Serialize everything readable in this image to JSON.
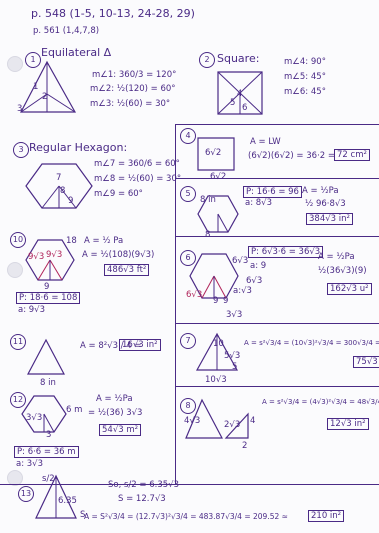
{
  "header": {
    "line1": "p. 548 (1-5, 10-13, 24-28, 29)",
    "line2": "p. 561 (1,4,7,8)"
  },
  "problems": {
    "p1": {
      "num": "1",
      "title": "Equilateral Δ",
      "labels": [
        "1",
        "2",
        "3"
      ],
      "lines": [
        "m∠1: 360/3 = 120°",
        "m∠2: ½(120) = 60°",
        "m∠3: ½(60) = 30°"
      ]
    },
    "p2": {
      "num": "2",
      "title": "Square:",
      "labels": [
        "4",
        "5",
        "6"
      ],
      "lines": [
        "m∠4: 90°",
        "m∠5: 45°",
        "m∠6: 45°"
      ]
    },
    "p3": {
      "num": "3",
      "title": "Regular Hexagon:",
      "labels": [
        "7",
        "8",
        "9"
      ],
      "lines": [
        "m∠7 = 360/6 = 60°",
        "m∠8 = ½(60) = 30°",
        "m∠9 = 60°"
      ]
    },
    "p4": {
      "num": "4",
      "dims": [
        "6√2",
        "6√2"
      ],
      "lines": [
        "A = LW",
        "(6√2)(6√2) = 36·2 ="
      ],
      "answer": "72 cm²"
    },
    "p5": {
      "num": "5",
      "dims": [
        "8 in",
        "8"
      ],
      "perimeter": [
        "P: 16·6 = 96",
        "a: 8√3"
      ],
      "lines": [
        "A = ½Pa",
        "½ 96·8√3"
      ],
      "answer": "384√3 in²"
    },
    "p6": {
      "num": "6",
      "dims": [
        "6√3",
        "6√3",
        "9",
        "9",
        "3√3",
        "a:√3",
        "6√3"
      ],
      "perimeter": [
        "P: 6√3·6 = 36√3",
        "a: 9"
      ],
      "lines": [
        "A = ½Pa",
        "½(36√3)(9)"
      ],
      "answer": "162√3 u²"
    },
    "p7": {
      "num": "10",
      "dims": [
        "9√3",
        "9√3",
        "18",
        "9"
      ],
      "lines": [
        "A = ½ Pa",
        "A = ½(108)(9√3)"
      ],
      "perimeter": [
        "P: 18·6 = 108",
        "a: 9√3"
      ],
      "answer": "486√3 ft²"
    },
    "p8": {
      "num": "11",
      "dims": [
        "8 in"
      ],
      "formula": "A = 8²√3 / 4 =",
      "answer": "16√3 in²"
    },
    "p9": {
      "num": "7",
      "dims": [
        "10",
        "5√3",
        "5",
        "10√3"
      ],
      "formula": "A = s²√3/4 = (10√3)²√3/4 = 300√3/4 =",
      "answer": "75√3"
    },
    "p10": {
      "num": "12",
      "dims": [
        "6 m",
        "3√3",
        "3"
      ],
      "lines": [
        "A = ½Pa",
        "= ½(36) 3√3"
      ],
      "answer": "54√3 m²",
      "perimeter": [
        "P: 6·6 = 36 m",
        "a: 3√3"
      ]
    },
    "p11": {
      "num": "8",
      "dims": [
        "4√3",
        "2√3",
        "4",
        "2"
      ],
      "formula": "A = s²√3/4 = (4√3)²√3/4 = 48√3/4",
      "answer": "12√3 in²"
    },
    "p12": {
      "num": "13",
      "dims": [
        "s/2",
        "6.35",
        "S"
      ],
      "lines": [
        "So, s/2 = 6.35√3",
        "S = 12.7√3"
      ],
      "formula": "A = S²√3/4 = (12.7√3)²√3/4 = 483.87√3/4 = 209.52 ≈",
      "answer": "210 in²"
    }
  }
}
